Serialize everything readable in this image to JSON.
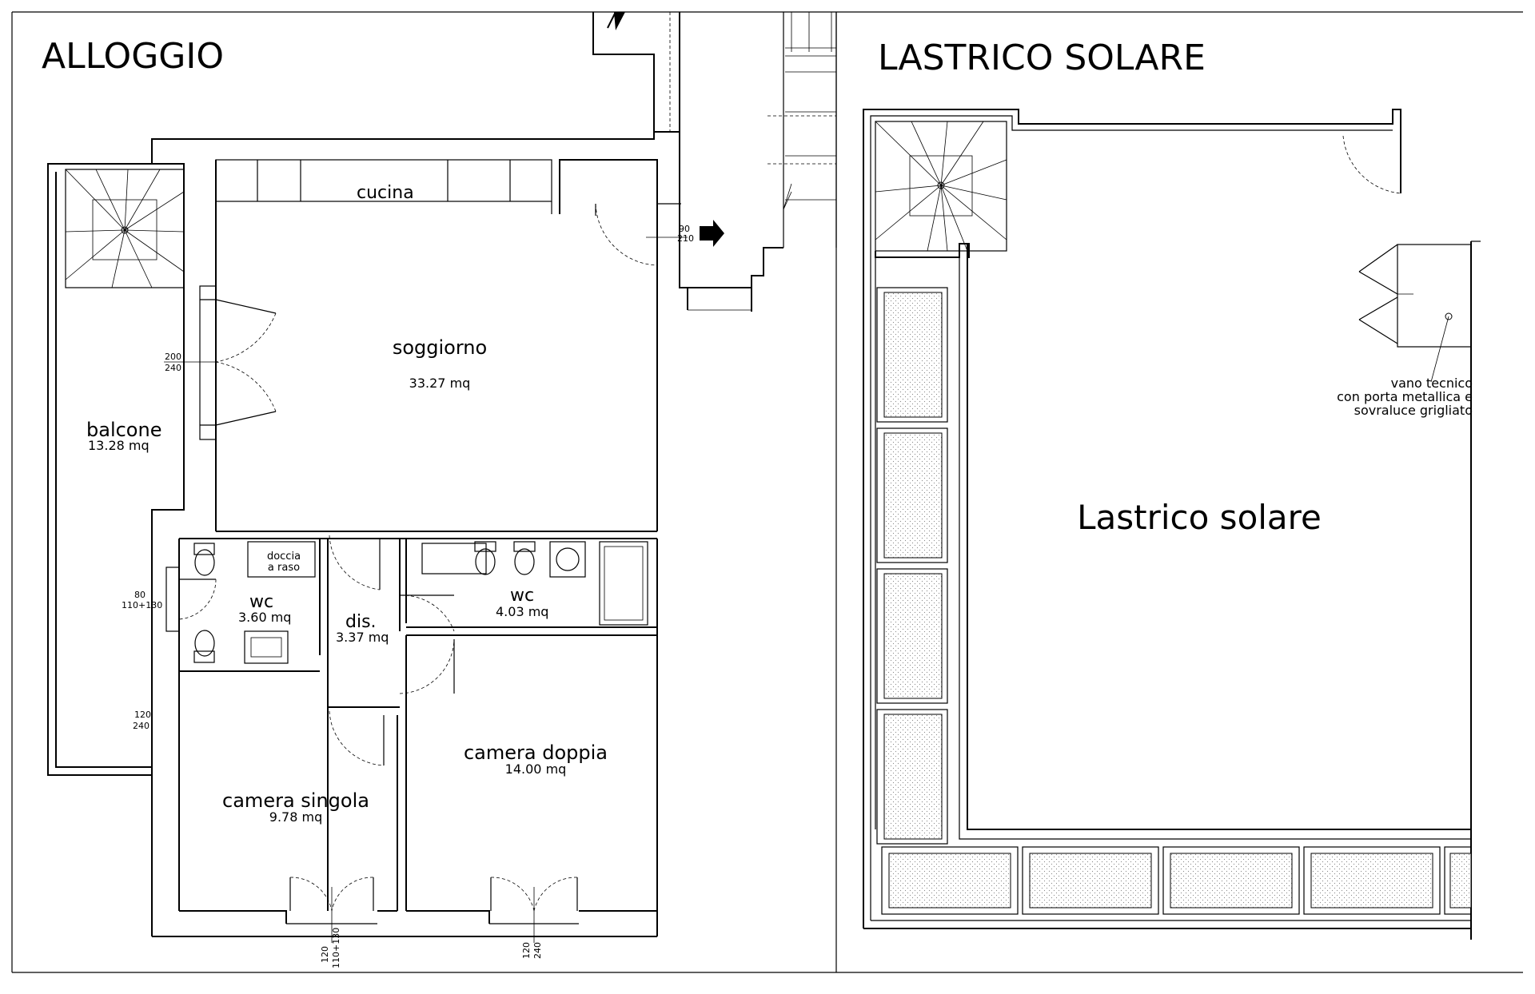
{
  "titles": {
    "left": "ALLOGGIO",
    "right": "LASTRICO SOLARE"
  },
  "rooms": {
    "cucina": {
      "name": "cucina"
    },
    "soggiorno": {
      "name": "soggiorno",
      "area": "33.27 mq"
    },
    "balcone": {
      "name": "balcone",
      "area": "13.28 mq"
    },
    "wc1": {
      "name": "wc",
      "area": "3.60 mq"
    },
    "doccia": {
      "line1": "doccia",
      "line2": "a raso"
    },
    "dis": {
      "name": "dis.",
      "area": "3.37 mq"
    },
    "wc2": {
      "name": "wc",
      "area": "4.03 mq"
    },
    "camera_singola": {
      "name": "camera singola",
      "area": "9.78 mq"
    },
    "camera_doppia": {
      "name": "camera doppia",
      "area": "14.00 mq"
    },
    "lastrico": {
      "name": "Lastrico solare"
    }
  },
  "dimensions": {
    "entrance": {
      "top": "90",
      "bottom": "210"
    },
    "balcony_door": {
      "top": "200",
      "bottom": "240"
    },
    "wc_window": {
      "top": "80",
      "bottom": "110+130"
    },
    "balcony_low": {
      "top": "120",
      "bottom": "240"
    },
    "singola_window": {
      "top": "120",
      "bottom": "110+130"
    },
    "doppia_window": {
      "top": "120",
      "bottom": "240"
    }
  },
  "annotations": {
    "vano_line1": "vano tecnico",
    "vano_line2": "con porta metallica e",
    "vano_line3": "sovraluce grigliato"
  }
}
